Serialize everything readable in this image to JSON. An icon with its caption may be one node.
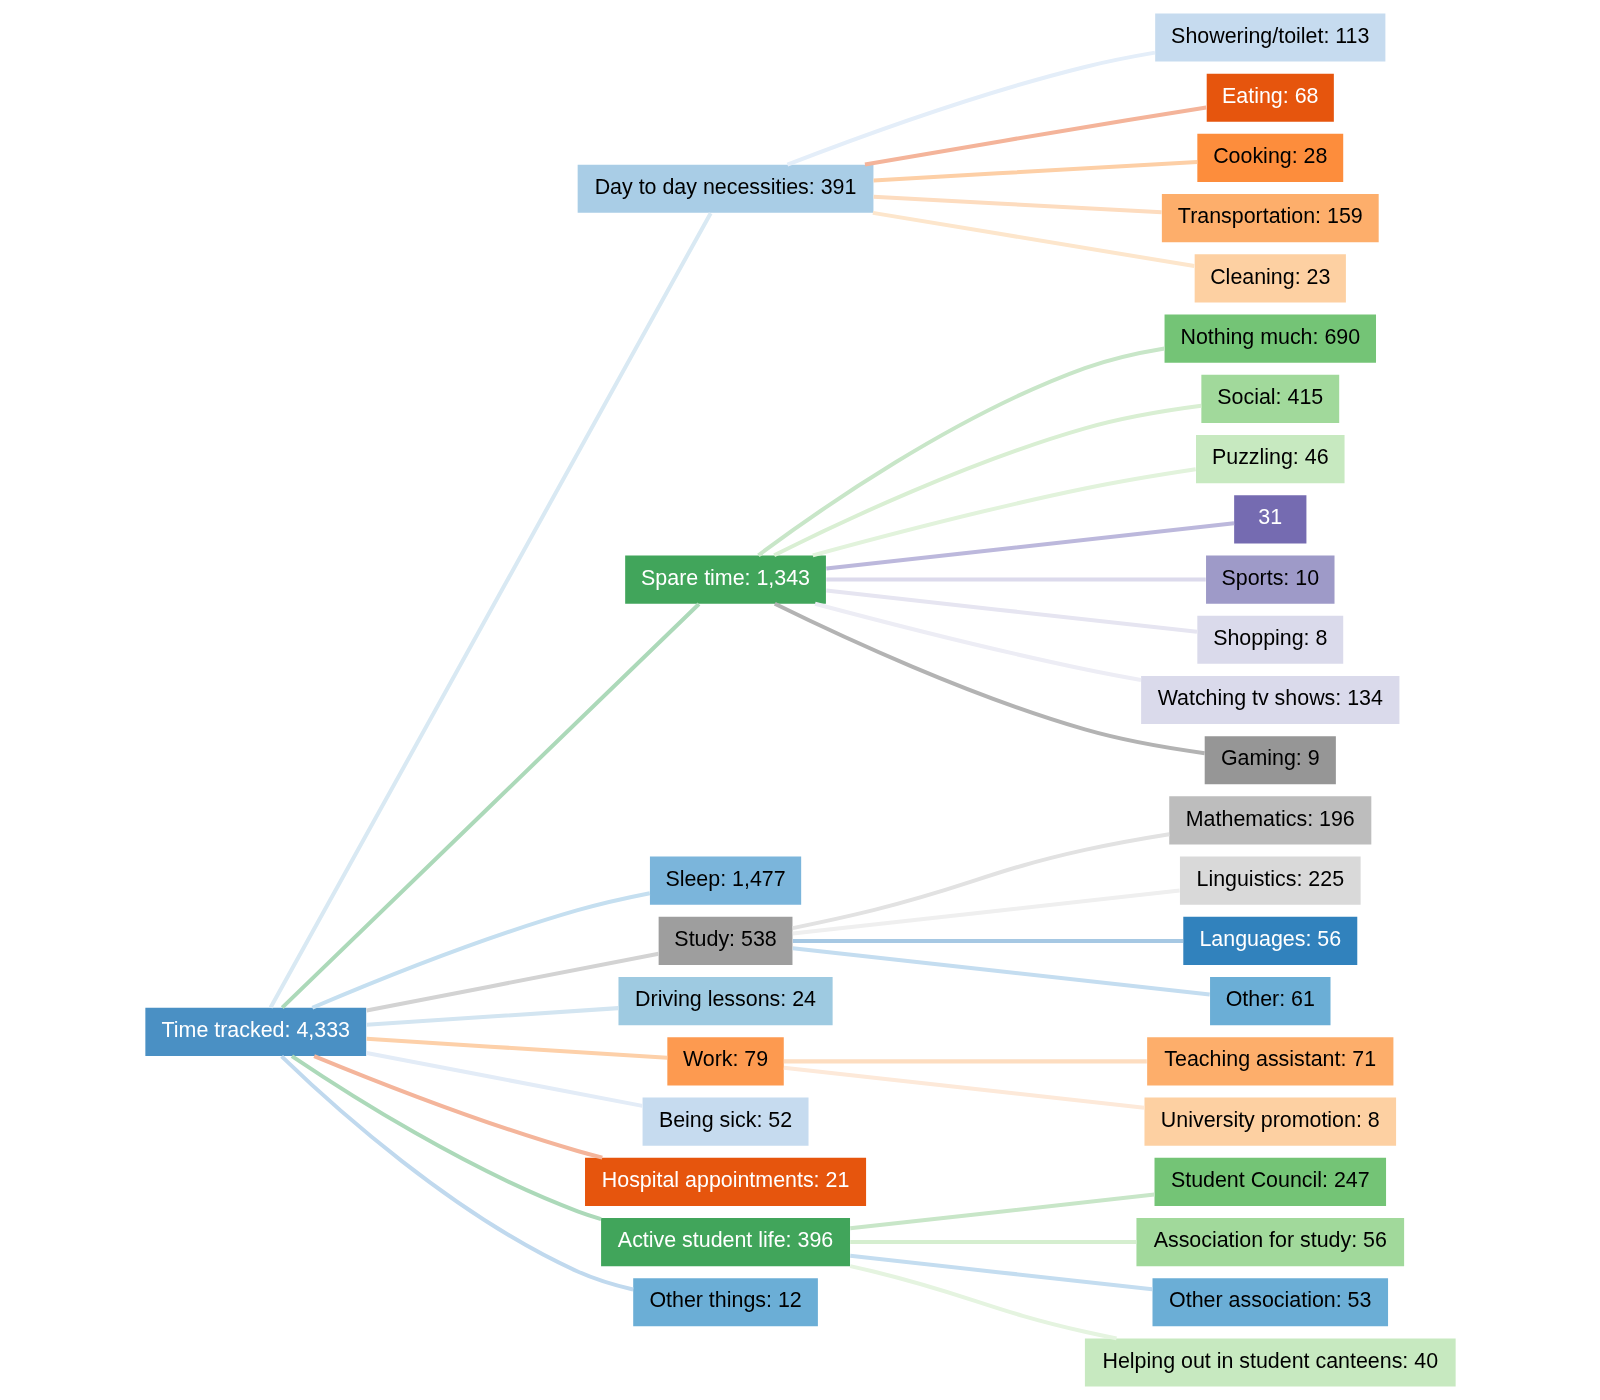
{
  "diagram": {
    "nodes": [
      {
        "text": [
          "Time tracked: 4,333"
        ]
      },
      {
        "text": [
          "Day to day necessities: 391"
        ]
      },
      {
        "text": [
          "Spare time: 1,343"
        ]
      },
      {
        "text": [
          "Sleep: 1,477"
        ]
      },
      {
        "text": [
          "Study: 538"
        ]
      },
      {
        "text": [
          "Driving lessons: 24"
        ]
      },
      {
        "text": [
          "Work: 79"
        ]
      },
      {
        "text": [
          "Being sick: 52"
        ]
      },
      {
        "text": [
          "Hospital appointments: 21"
        ]
      },
      {
        "text": [
          "Active student life: 396"
        ]
      },
      {
        "text": [
          "Other things: 12"
        ]
      },
      {
        "text": [
          "Showering/toilet: 113"
        ]
      },
      {
        "text": [
          "Eating: 68"
        ]
      },
      {
        "text": [
          "Cooking: 28"
        ]
      },
      {
        "text": [
          "Transportation: 159"
        ]
      },
      {
        "text": [
          "Cleaning: 23"
        ]
      },
      {
        "text": [
          "Nothing much: 690"
        ]
      },
      {
        "text": [
          "Social: 415"
        ]
      },
      {
        "text": [
          "Puzzling: 46"
        ]
      },
      {
        "text": [
          "31"
        ]
      },
      {
        "text": [
          "Sports: 10"
        ]
      },
      {
        "text": [
          "Shopping: 8"
        ]
      },
      {
        "text": [
          "Watching tv shows: 134"
        ]
      },
      {
        "text": [
          "Gaming: 9"
        ]
      },
      {
        "text": [
          "Mathematics: 196"
        ]
      },
      {
        "text": [
          "Linguistics: 225"
        ]
      },
      {
        "text": [
          "Languages: 56"
        ]
      },
      {
        "text": [
          "Other: 61"
        ]
      },
      {
        "text": [
          "Teaching assistant: 71"
        ]
      },
      {
        "text": [
          "University promotion: 8"
        ]
      },
      {
        "text": [
          "Student Council: 247"
        ]
      },
      {
        "text": [
          "Association for study: 56"
        ]
      },
      {
        "text": [
          "Other association: 53"
        ]
      },
      {
        "text": [
          "Helping out in student canteens: 40"
        ]
      }
    ],
    "edges": [
      {
        "from": 0,
        "to": 1,
        "arrow": "none",
        "color": "#d9e9f3"
      },
      {
        "from": 0,
        "to": 2,
        "arrow": "none",
        "color": "#acd9b9"
      },
      {
        "from": 0,
        "to": 3,
        "arrow": "none",
        "color": "#c5dff0"
      },
      {
        "from": 0,
        "to": 4,
        "arrow": "none",
        "color": "#d3d3d3"
      },
      {
        "from": 0,
        "to": 5,
        "arrow": "none",
        "color": "#d3e5f1"
      },
      {
        "from": 0,
        "to": 6,
        "arrow": "none",
        "color": "#fdd0a9"
      },
      {
        "from": 0,
        "to": 7,
        "arrow": "none",
        "color": "#e3ecf7"
      },
      {
        "from": 0,
        "to": 8,
        "arrow": "none",
        "color": "#f4b59b"
      },
      {
        "from": 0,
        "to": 9,
        "arrow": "none",
        "color": "#acd9b9"
      },
      {
        "from": 0,
        "to": 10,
        "arrow": "none",
        "color": "#c0d9ee"
      },
      {
        "from": 1,
        "to": 11,
        "arrow": "none",
        "color": "#e4eef9"
      },
      {
        "from": 1,
        "to": 12,
        "arrow": "none",
        "color": "#f4b49a"
      },
      {
        "from": 1,
        "to": 13,
        "arrow": "none",
        "color": "#fdcfa6"
      },
      {
        "from": 1,
        "to": 14,
        "arrow": "none",
        "color": "#fddcbf"
      },
      {
        "from": 1,
        "to": 15,
        "arrow": "none",
        "color": "#fde6cc"
      },
      {
        "from": 2,
        "to": 16,
        "arrow": "none",
        "color": "#c8e6c8"
      },
      {
        "from": 2,
        "to": 17,
        "arrow": "none",
        "color": "#d9efd3"
      },
      {
        "from": 2,
        "to": 18,
        "arrow": "none",
        "color": "#e2f3dc"
      },
      {
        "from": 2,
        "to": 19,
        "arrow": "none",
        "color": "#bcb8dc"
      },
      {
        "from": 2,
        "to": 20,
        "arrow": "none",
        "color": "#dcdaec"
      },
      {
        "from": 2,
        "to": 21,
        "arrow": "none",
        "color": "#e6e5f1"
      },
      {
        "from": 2,
        "to": 22,
        "arrow": "none",
        "color": "#ededf5"
      },
      {
        "from": 2,
        "to": 23,
        "arrow": "none",
        "color": "#b3b3b3"
      },
      {
        "from": 4,
        "to": 24,
        "arrow": "none",
        "color": "#e2e2e2"
      },
      {
        "from": 4,
        "to": 25,
        "arrow": "none",
        "color": "#efefef"
      },
      {
        "from": 4,
        "to": 26,
        "arrow": "none",
        "color": "#a6c8e3"
      },
      {
        "from": 4,
        "to": 27,
        "arrow": "none",
        "color": "#c4ddf0"
      },
      {
        "from": 6,
        "to": 28,
        "arrow": "none",
        "color": "#fdddc0"
      },
      {
        "from": 6,
        "to": 29,
        "arrow": "none",
        "color": "#fde9d9"
      },
      {
        "from": 9,
        "to": 30,
        "arrow": "none",
        "color": "#c8e6c8"
      },
      {
        "from": 9,
        "to": 31,
        "arrow": "none",
        "color": "#d5eecf"
      },
      {
        "from": 9,
        "to": 32,
        "arrow": "none",
        "color": "#c4ddf0"
      },
      {
        "from": 9,
        "to": 33,
        "arrow": "none",
        "color": "#e5f4e0"
      }
    ]
  }
}
